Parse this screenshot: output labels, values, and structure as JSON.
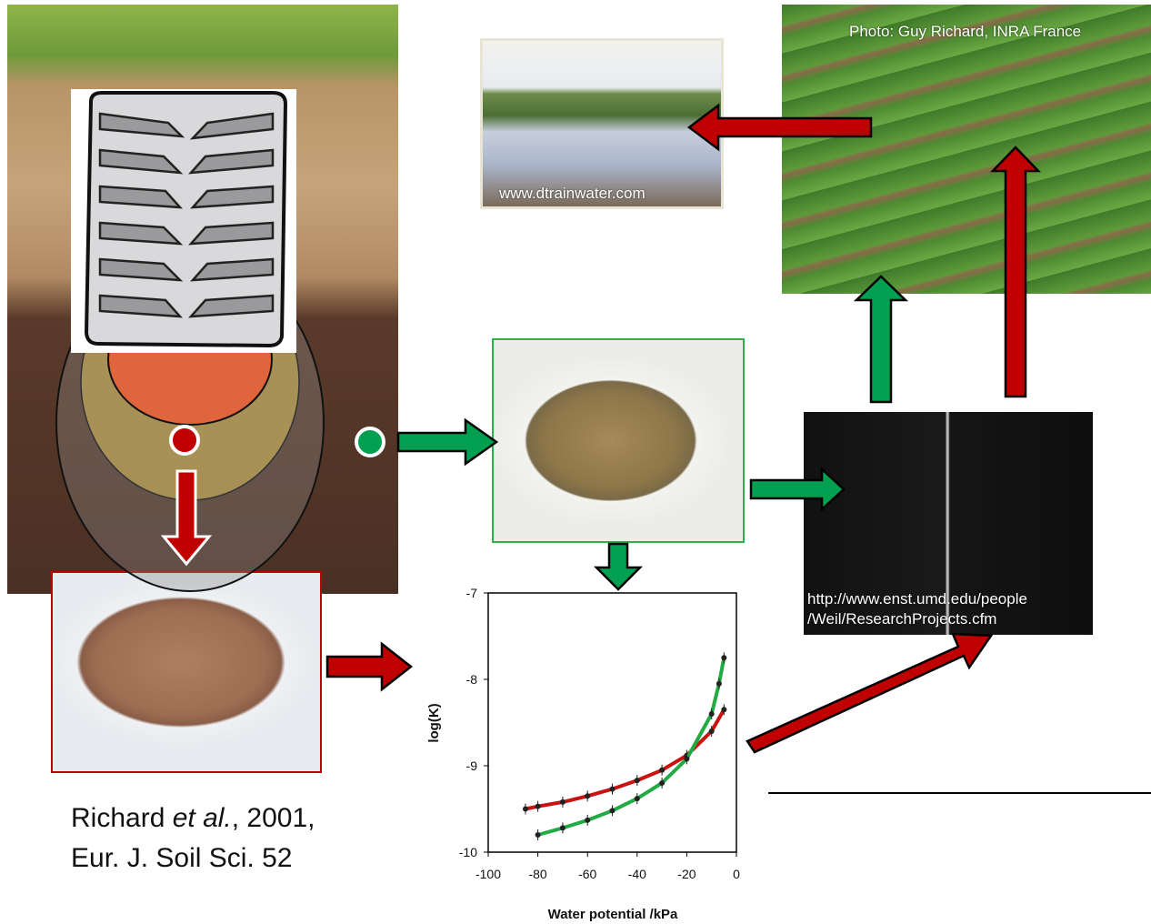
{
  "credits": {
    "field_photo": "Photo: Guy Richard, INRA France",
    "flood_photo": "www.dtrainwater.com",
    "roots_url_line1": "http://www.enst.umd.edu/people",
    "roots_url_line2": "/Weil/ResearchProjects.cfm"
  },
  "citation": {
    "authors_prefix": "Richard ",
    "authors_italic": "et al.",
    "year": ", 2001,",
    "journal": "Eur. J. Soil Sci. 52"
  },
  "colors": {
    "red_path": "#c00000",
    "green_path": "#00a050",
    "compacted_zone": "#e0643c",
    "curve_red": "#cc1111",
    "curve_green": "#22aa44"
  },
  "chart_data": {
    "type": "line",
    "xlabel": "Water potential /kPa",
    "ylabel": "log(K)",
    "xlim": [
      -100,
      0
    ],
    "ylim": [
      -10,
      -7
    ],
    "x_ticks": [
      "-100",
      "-80",
      "-60",
      "-40",
      "-20",
      "0"
    ],
    "y_ticks": [
      "-7",
      "-8",
      "-9",
      "-10"
    ],
    "series": [
      {
        "color": "#cc1111",
        "x": [
          -85,
          -80,
          -70,
          -60,
          -50,
          -40,
          -30,
          -20,
          -10,
          -5
        ],
        "y": [
          -9.5,
          -9.47,
          -9.42,
          -9.35,
          -9.27,
          -9.17,
          -9.05,
          -8.88,
          -8.6,
          -8.35
        ]
      },
      {
        "color": "#22aa44",
        "x": [
          -80,
          -70,
          -60,
          -50,
          -40,
          -30,
          -20,
          -10,
          -7,
          -5
        ],
        "y": [
          -9.8,
          -9.72,
          -9.63,
          -9.52,
          -9.38,
          -9.2,
          -8.92,
          -8.4,
          -8.05,
          -7.75
        ]
      }
    ]
  }
}
